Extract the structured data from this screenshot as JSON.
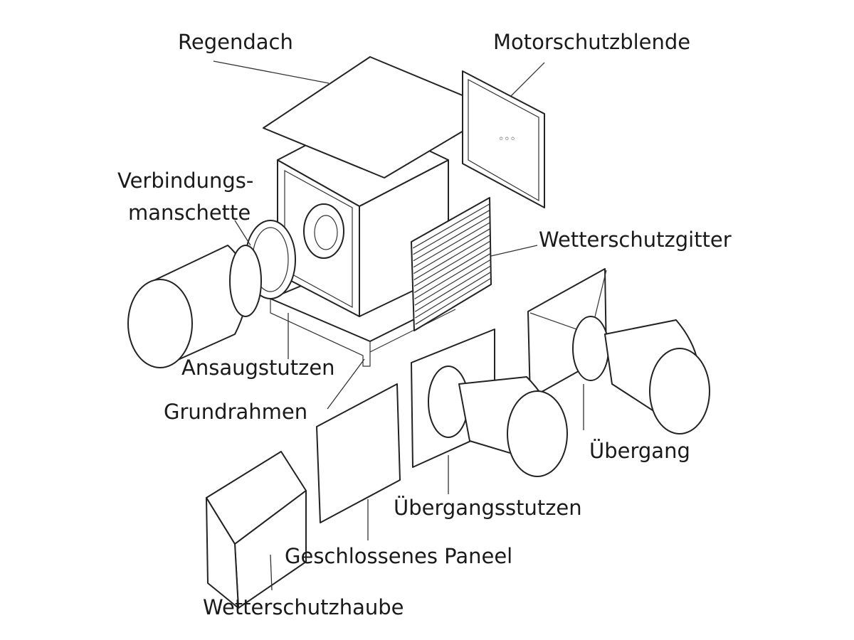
{
  "labels": {
    "regendach": "Regendach",
    "motorschutzblende": "Motorschutzblende",
    "verbindungsmanschette_1": "Verbindungs-",
    "verbindungsmanschette_2": "manschette",
    "wetterschutzgitter": "Wetterschutzgitter",
    "ansaugstutzen": "Ansaugstutzen",
    "grundrahmen": "Grundrahmen",
    "uebergang": "Übergang",
    "uebergangsstutzen": "Übergangsstutzen",
    "geschlossenes_paneel": "Geschlossenes Paneel",
    "wetterschutzhaube": "Wetterschutzhaube"
  }
}
